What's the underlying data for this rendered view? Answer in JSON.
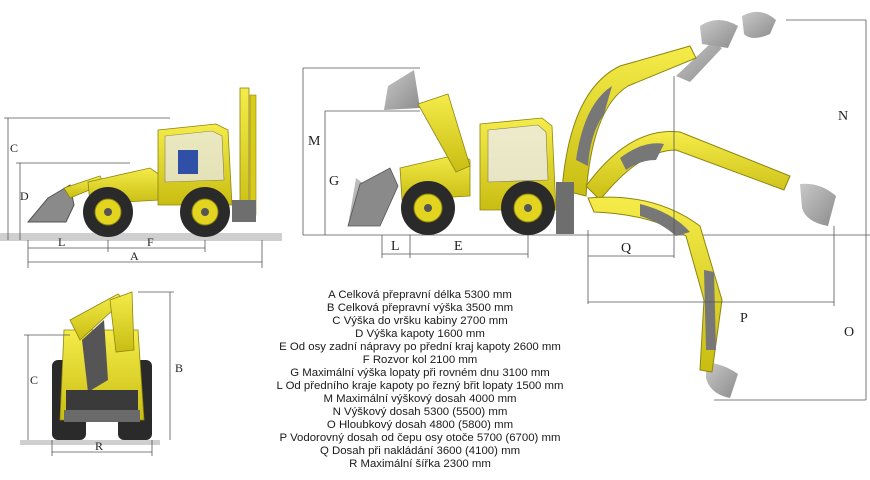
{
  "colors": {
    "machine_yellow": "#e8dc1e",
    "machine_shadow": "#b4a910",
    "tire": "#2a2a2a",
    "rim": "#e3d51f",
    "ghost_arm": "#a9a9a9",
    "dim_line": "#555555"
  },
  "labels": {
    "side_A": "A",
    "side_C": "C",
    "side_D": "D",
    "side_L": "L",
    "side_F": "F",
    "front_B": "B",
    "front_C": "C",
    "front_R": "R",
    "big_M": "M",
    "big_G": "G",
    "big_L": "L",
    "big_E": "E",
    "big_Q": "Q",
    "big_N": "N",
    "big_O": "O",
    "big_P": "P"
  },
  "legend": [
    {
      "key": "A",
      "label": "Celková přepravní délka",
      "value": "5300 mm"
    },
    {
      "key": "B",
      "label": "Celková přepravní výška",
      "value": "3500 mm"
    },
    {
      "key": "C",
      "label": "Výška do vršku kabiny",
      "value": "2700 mm"
    },
    {
      "key": "D",
      "label": "Výška kapoty",
      "value": "1600 mm"
    },
    {
      "key": "E",
      "label": "Od osy zadní nápravy po přední kraj kapoty",
      "value": "2600 mm"
    },
    {
      "key": "F",
      "label": "Rozvor kol",
      "value": "2100 mm"
    },
    {
      "key": "G",
      "label": "Maximální výška lopaty při rovném dnu",
      "value": "3100 mm"
    },
    {
      "key": "L",
      "label": "Od předního kraje kapoty po řezný břit lopaty",
      "value": "1500 mm"
    },
    {
      "key": "M",
      "label": "Maximální výškový dosah",
      "value": "4000 mm"
    },
    {
      "key": "N",
      "label": "Výškový dosah",
      "value": "5300 (5500) mm"
    },
    {
      "key": "O",
      "label": "Hloubkový dosah",
      "value": "4800 (5800) mm"
    },
    {
      "key": "P",
      "label": "Vodorovný dosah od čepu osy otoče",
      "value": "5700 (6700) mm"
    },
    {
      "key": "Q",
      "label": "Dosah při nakládání",
      "value": "3600 (4100) mm"
    },
    {
      "key": "R",
      "label": "Maximální šířka",
      "value": "2300 mm"
    }
  ]
}
